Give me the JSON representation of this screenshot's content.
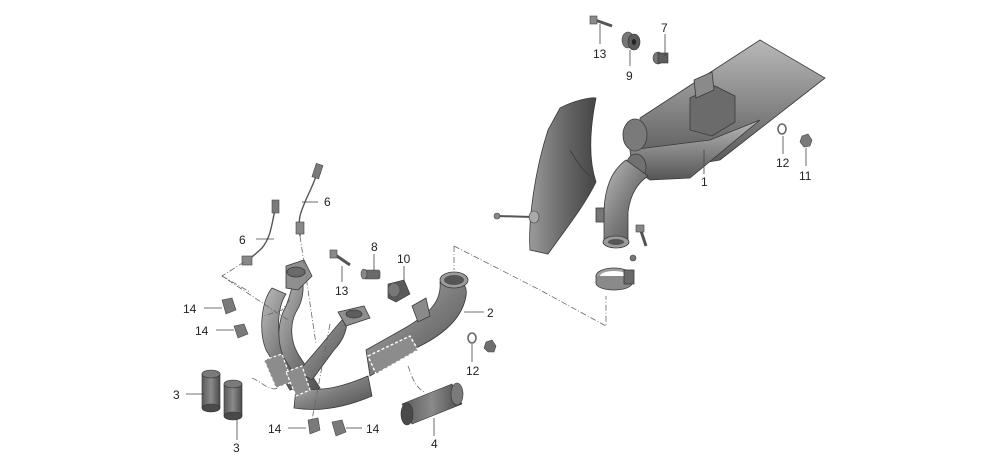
{
  "callouts": {
    "c1": "1",
    "c2": "2",
    "c3a": "3",
    "c3b": "3",
    "c4": "4",
    "c6a": "6",
    "c6b": "6",
    "c7": "7",
    "c8": "8",
    "c9": "9",
    "c10": "10",
    "c11": "11",
    "c12a": "12",
    "c12b": "12",
    "c13a": "13",
    "c13b": "13",
    "c14a": "14",
    "c14b": "14",
    "c14c": "14",
    "c14d": "14"
  },
  "colors": {
    "metal_dark": "#6e6e6e",
    "metal_mid": "#9a9a9a",
    "metal_light": "#c8c8c8",
    "line": "#444444"
  }
}
